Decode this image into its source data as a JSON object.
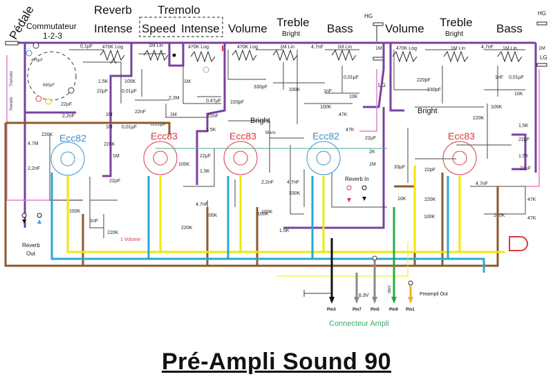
{
  "title": "Pré-Ampli Sound 90",
  "headers": {
    "pedale": "Pédale",
    "commutateur": "Commutateur",
    "commutateur_sub": "1-2-3",
    "reverb": "Reverb",
    "reverb_intense": "Intense",
    "tremolo": "Tremolo",
    "tremolo_speed": "Speed",
    "tremolo_intense": "Intense",
    "volume1": "Volume",
    "treble1": "Treble",
    "bright1": "Bright",
    "bass1": "Bass",
    "volume2": "Volume",
    "treble2": "Treble",
    "bright2": "Bright",
    "bass2": "Bass"
  },
  "jacks": {
    "hg1": "HG",
    "lg1": "LG",
    "hg2": "HG",
    "lg2": "LG",
    "r1m_a": "1M",
    "r1m_b": "1M"
  },
  "pedal_wires": {
    "tremolo": "Tremolo",
    "reverb": "Reverb"
  },
  "tubes": [
    {
      "name": "Ecc82",
      "color": "#3a8fc8"
    },
    {
      "name": "Ecc83",
      "color": "#d9363e"
    },
    {
      "name": "Ecc83",
      "color": "#d9363e"
    },
    {
      "name": "Ecc82",
      "color": "#3a8fc8"
    },
    {
      "name": "Ecc83",
      "color": "#d9363e"
    }
  ],
  "pots": {
    "reverb": "470K Log",
    "speed": "1M Lin",
    "trem_intense": "470K Log",
    "volume1": "470K Log",
    "treble1": "1M Lin",
    "bass1": "1M Lin",
    "volume2": "470K Log",
    "treble2": "1M Lin",
    "bass2": "1M Lin"
  },
  "components": {
    "c01uF": "0,1µF",
    "c470pF": "470pF",
    "c680pF": "680pF",
    "c22uF_sw": "22µF",
    "r15k_rev": "1,5K",
    "c22uF_rev": "22µF",
    "r100k_trem": "100K",
    "c001uF_trem": "0,01µF",
    "r1m_trem": "1M",
    "r22m": "2,2M",
    "c047uF": "0,47µF",
    "c22nF_trem": "22nF",
    "c22nF_b": "22nF",
    "r1m_b": "1M",
    "c001uF_b": "0,01µF",
    "r15k_b": "1.5K",
    "c22nF_top": "22nF",
    "r1m_c1": "1M",
    "r1m_c2": "1M",
    "c001uF_c": "0,01µF",
    "r220k_c": "220K",
    "r1m_c3": "1M",
    "c22uF_c": "22µF",
    "c22nF_d": "2,2nF",
    "r220k_d": "220K",
    "r47m": "4,7M",
    "c22nF_e": "2,2nF",
    "r100k_e": "100K",
    "c1nF_e": "1nF",
    "r220k_e": "220K",
    "volume_link": "1 Volume",
    "r100k_f": "100K",
    "c22uF_f": "22µF",
    "r15k_f": "1,5K",
    "c47nF_f": "4,7nF",
    "r220k_f": "220K",
    "r100k_g": "100K",
    "r100k_h": "100K",
    "c47nF_v1": "4,7nF",
    "c330pF_1": "330pF",
    "r330k_1": "330K",
    "c1nF_1": "1nF",
    "c001uF_1": "0,01µF",
    "c220pF_1": "220pF",
    "r100k_1": "100K",
    "r10k_1": "10K",
    "bright_sw1": "Bright",
    "blanc": "Blanc",
    "r47k_a": "47K",
    "r47k_b": "47K",
    "c22uF_g": "22µF",
    "r2k": "2K",
    "r1m_g": "1M",
    "c33uF": "33µF",
    "c22nF_g": "2,2nF",
    "c47nF_g": "4,7nF",
    "r330k_g": "330K",
    "r100k_g2": "100K",
    "r15k_g": "1,5K",
    "reverb_in": "Reverb In",
    "r10k_g": "10K",
    "c220pF_2": "220pF",
    "c330pF_2": "330pF",
    "c47nF_v2": "4,7nF",
    "c1nF_2": "1nF",
    "c001uF_2": "0,01µF",
    "r100k_2": "100K",
    "r10k_2": "10K",
    "r220k_2": "220K",
    "bright_sw2": "Bright",
    "r15k_h1": "1,5K",
    "c22uF_h1": "22µF",
    "r15k_h2": "1,5K",
    "c22uF_h2": "22µF",
    "c22pF": "22pF",
    "r220k_h": "220K",
    "r100k_h2": "100K",
    "c47nF_h": "4,7nF",
    "r100k_h3": "100K",
    "r47k_h1": "47K",
    "r47k_h2": "47K",
    "reverb_out": "Reverb",
    "reverb_out2": "Out"
  },
  "connector": {
    "title": "Connecteur Ampli",
    "pins": [
      "Pin3",
      "Pin7",
      "Pin5",
      "Pin9",
      "Pin1"
    ],
    "v63": "6,3V",
    "v350": "350V",
    "preampli_out": "Preampli Out"
  },
  "colors": {
    "purple": "#7a3fa0",
    "brown": "#8b5a2b",
    "yellow": "#f2e600",
    "blue": "#2aa6d8",
    "green": "#2aa84a",
    "pink": "#e080d0",
    "grey": "#888888",
    "tube_red": "#d9363e",
    "tube_blue": "#3a8fc8",
    "arrow_orange": "#f0b020"
  }
}
